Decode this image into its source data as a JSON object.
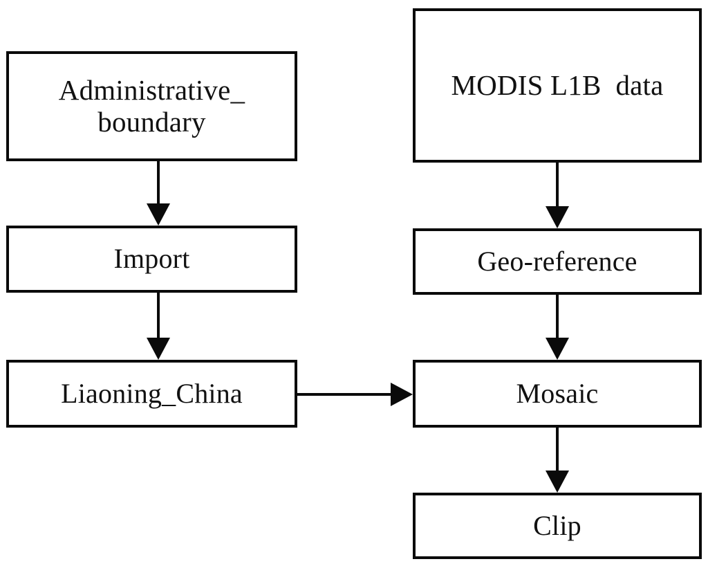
{
  "diagram": {
    "type": "flowchart",
    "title": "",
    "background_color": "#ffffff",
    "line_color": "#0a0a0a",
    "text_color": "#111111",
    "nodes": [
      {
        "id": "admin",
        "label": "Administrative_\nboundary",
        "shape": "rectangle"
      },
      {
        "id": "import",
        "label": "Import",
        "shape": "rectangle"
      },
      {
        "id": "liaoning",
        "label": "Liaoning_China",
        "shape": "rectangle"
      },
      {
        "id": "modis",
        "label": "MODIS L1B  data",
        "shape": "rectangle"
      },
      {
        "id": "georef",
        "label": "Geo-reference",
        "shape": "rectangle"
      },
      {
        "id": "mosaic",
        "label": "Mosaic",
        "shape": "rectangle"
      },
      {
        "id": "clip",
        "label": "Clip",
        "shape": "rectangle"
      }
    ],
    "edges": [
      {
        "from": "admin",
        "to": "import",
        "direction": "down",
        "label": ""
      },
      {
        "from": "import",
        "to": "liaoning",
        "direction": "down",
        "label": ""
      },
      {
        "from": "liaoning",
        "to": "mosaic",
        "direction": "right",
        "label": ""
      },
      {
        "from": "modis",
        "to": "georef",
        "direction": "down",
        "label": ""
      },
      {
        "from": "georef",
        "to": "mosaic",
        "direction": "down",
        "label": ""
      },
      {
        "from": "mosaic",
        "to": "clip",
        "direction": "down",
        "label": ""
      }
    ]
  }
}
